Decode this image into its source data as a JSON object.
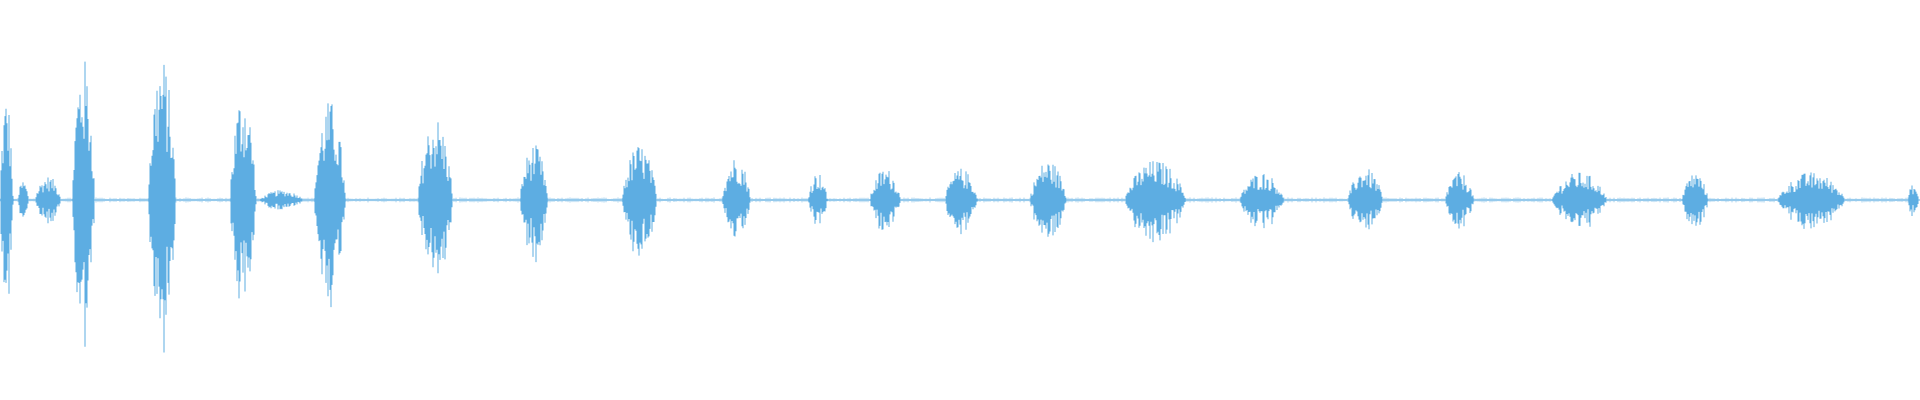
{
  "waveform": {
    "color": "#5DADE2",
    "background": "#FFFFFF",
    "duration_s": 19.2,
    "bursts": [
      {
        "start_s": 0.0,
        "end_s": 0.15,
        "amp": 0.53
      },
      {
        "start_s": 0.18,
        "end_s": 0.3,
        "amp": 0.1
      },
      {
        "start_s": 0.35,
        "end_s": 0.65,
        "amp": 0.12
      },
      {
        "start_s": 0.72,
        "end_s": 0.98,
        "amp": 0.72
      },
      {
        "start_s": 1.48,
        "end_s": 1.8,
        "amp": 0.72
      },
      {
        "start_s": 2.3,
        "end_s": 2.6,
        "amp": 0.55
      },
      {
        "start_s": 2.6,
        "end_s": 3.1,
        "amp": 0.05
      },
      {
        "start_s": 3.14,
        "end_s": 3.5,
        "amp": 0.5
      },
      {
        "start_s": 4.18,
        "end_s": 4.58,
        "amp": 0.42
      },
      {
        "start_s": 5.2,
        "end_s": 5.52,
        "amp": 0.28
      },
      {
        "start_s": 6.22,
        "end_s": 6.62,
        "amp": 0.28
      },
      {
        "start_s": 7.22,
        "end_s": 7.55,
        "amp": 0.22
      },
      {
        "start_s": 8.08,
        "end_s": 8.3,
        "amp": 0.14
      },
      {
        "start_s": 8.7,
        "end_s": 9.05,
        "amp": 0.16
      },
      {
        "start_s": 9.45,
        "end_s": 9.82,
        "amp": 0.16
      },
      {
        "start_s": 10.3,
        "end_s": 10.72,
        "amp": 0.2
      },
      {
        "start_s": 11.25,
        "end_s": 11.95,
        "amp": 0.2
      },
      {
        "start_s": 12.4,
        "end_s": 12.9,
        "amp": 0.14
      },
      {
        "start_s": 13.48,
        "end_s": 13.88,
        "amp": 0.16
      },
      {
        "start_s": 14.45,
        "end_s": 14.78,
        "amp": 0.14
      },
      {
        "start_s": 15.52,
        "end_s": 16.15,
        "amp": 0.14
      },
      {
        "start_s": 16.82,
        "end_s": 17.12,
        "amp": 0.14
      },
      {
        "start_s": 17.78,
        "end_s": 18.55,
        "amp": 0.14
      },
      {
        "start_s": 19.08,
        "end_s": 19.2,
        "amp": 0.08
      }
    ]
  }
}
